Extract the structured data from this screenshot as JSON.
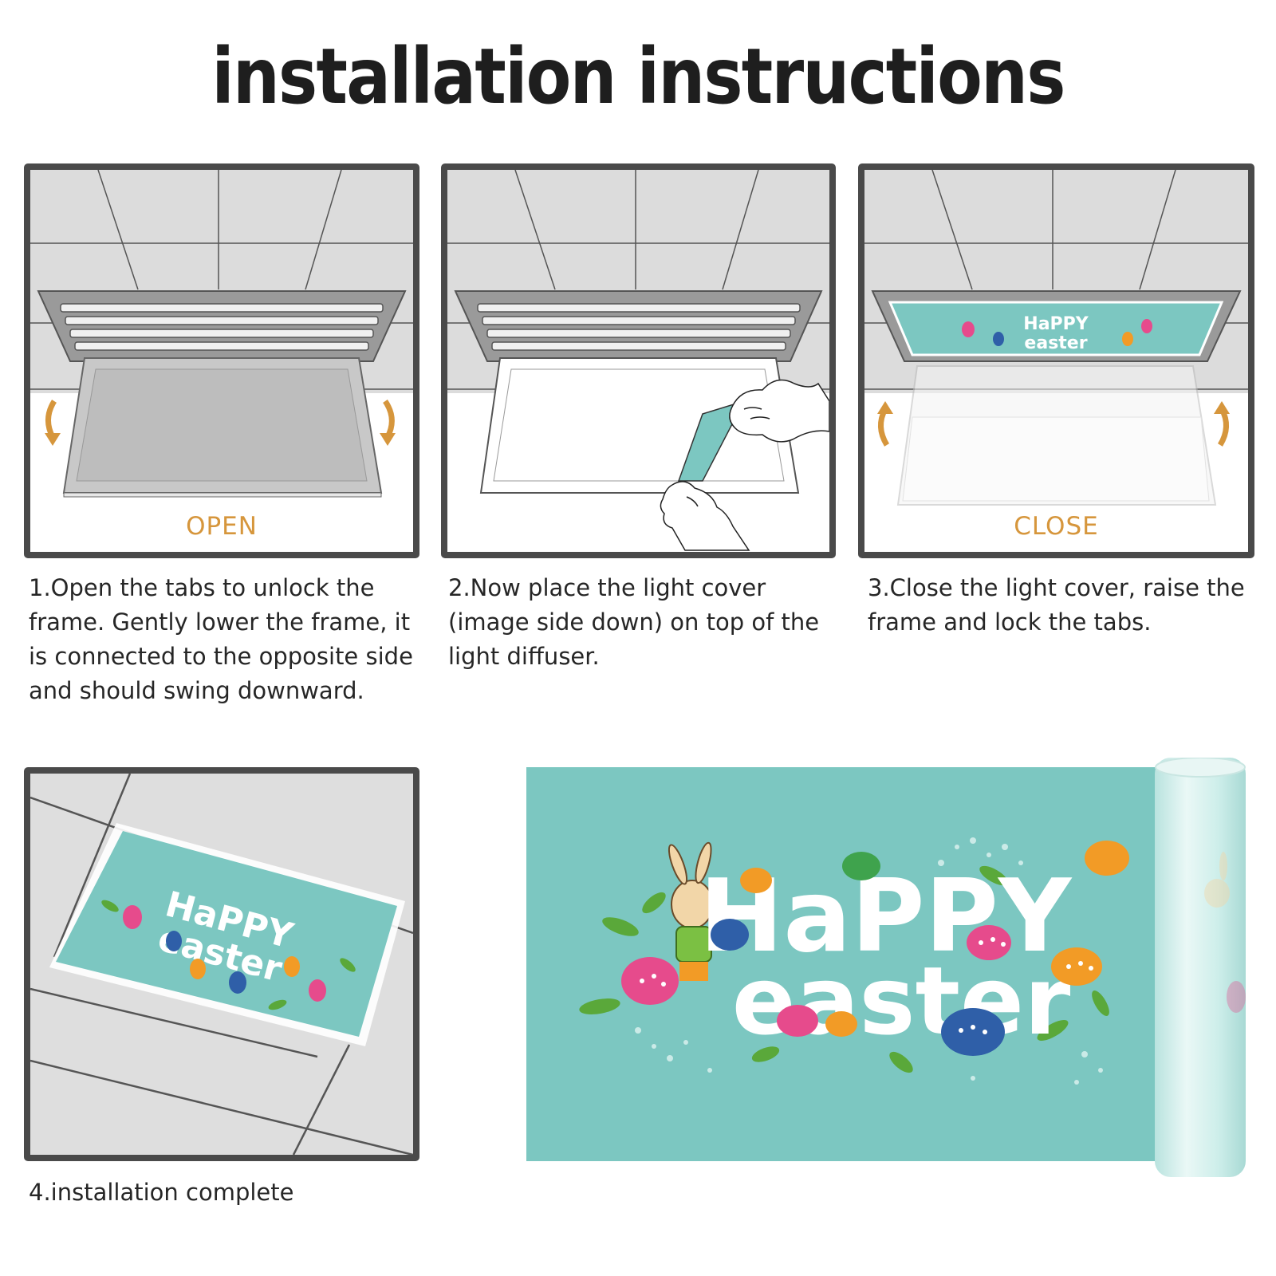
{
  "page": {
    "title": "installation instructions"
  },
  "steps": [
    {
      "label": "OPEN",
      "caption": "1.Open the tabs to unlock the frame. Gently lower the frame, it is connected to the opposite side and should swing downward."
    },
    {
      "label": "",
      "caption": "2.Now place the light cover (image side down) on top of the light diffuser."
    },
    {
      "label": "CLOSE",
      "caption": "3.Close the light cover, raise the frame and lock the tabs."
    },
    {
      "label": "",
      "caption": "4.installation complete"
    }
  ],
  "artwork": {
    "line1": "HaPPY",
    "line2": "easter"
  },
  "colors": {
    "accent": "#d6963c",
    "teal": "#7cc7c1",
    "frame": "#4a4a4a",
    "ceiling": "#dcdcdc"
  },
  "icons": [
    "curved-arrow-down-icon",
    "curved-arrow-up-icon",
    "hand-icon",
    "bunny-icon",
    "easter-egg-icon",
    "leaf-icon"
  ]
}
